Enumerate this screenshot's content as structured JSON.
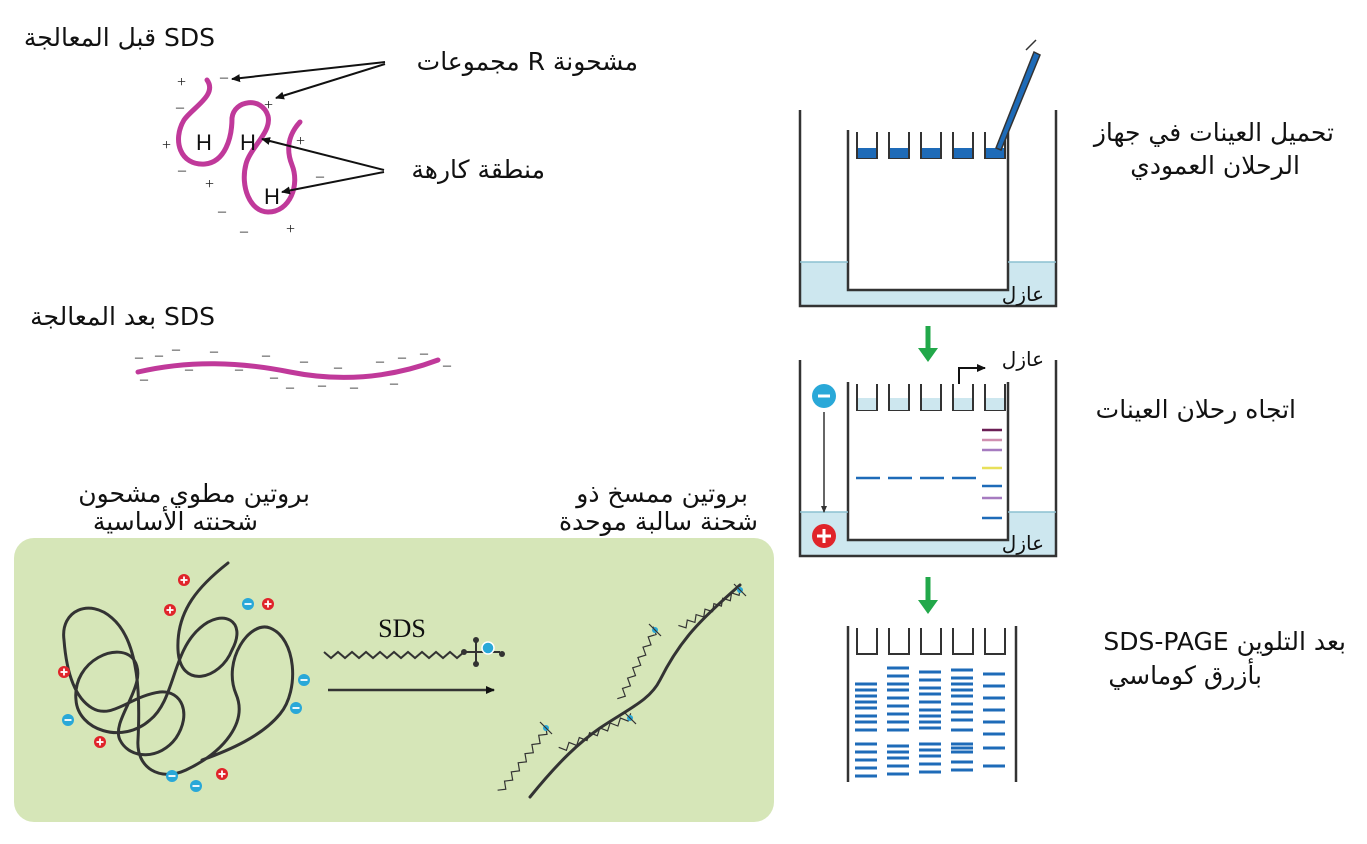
{
  "colors": {
    "protein": "#c0399a",
    "buffer": "#cde7ef",
    "panel": "#d6e6b8",
    "well_sample": "#1e6bb8",
    "arrow_green": "#22a84a",
    "anode": "#e0242a",
    "cathode": "#29a8d8",
    "band": "#1e6bb8",
    "line": "#333333"
  },
  "left": {
    "before_label": "قبل المعالجة SDS",
    "r_groups_label": "مجموعات R مشحونة",
    "hydrophobic_label": "منطقة كارهة",
    "h_letter": "H",
    "after_label": "بعد المعالجة SDS",
    "folded_label_line1": "بروتين مطوي مشحون",
    "folded_label_line2": "شحنته الأساسية",
    "unfolded_label_line1": "بروتين ممسخ ذو",
    "unfolded_label_line2": "شحنة سالبة موحدة",
    "sds_label": "SDS",
    "plus": "+",
    "minus": "–"
  },
  "right": {
    "step1_line1": "تحميل العينات في جهاز",
    "step1_line2": "الرحلان العمودي",
    "step2": "اتجاه رحلان العينات",
    "step3_line1": "SDS-PAGE بعد التلوين",
    "step3_line2": "بأزرق كوماسي",
    "insulator": "عازل"
  }
}
